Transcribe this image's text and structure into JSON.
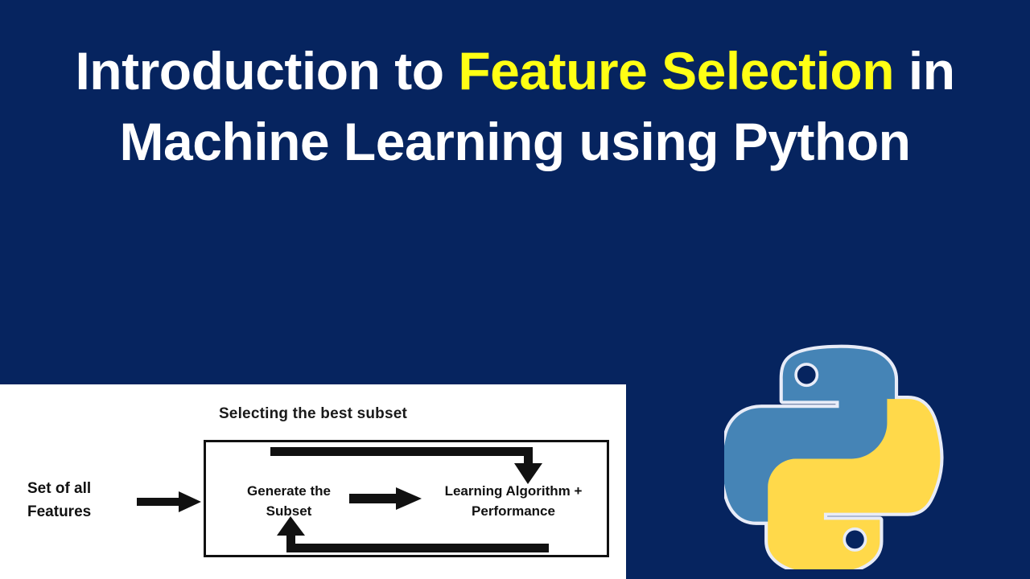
{
  "slide": {
    "background_color": "#06245f",
    "title": {
      "line1_part1": "Introduction to ",
      "line1_highlight": "Feature Selection",
      "line1_part2": " in",
      "line2": "Machine Learning using Python",
      "text_color": "#ffffff",
      "highlight_color": "#ffff14"
    },
    "diagram": {
      "panel_background": "#ffffff",
      "heading": "Selecting the best subset",
      "input_label": "Set of all\nFeatures",
      "input_label_line1": "Set of all",
      "input_label_line2": "Features",
      "box": {
        "left_node_line1": "Generate the",
        "left_node_line2": "Subset",
        "right_node_line1": "Learning Algorithm +",
        "right_node_line2": "Performance"
      },
      "arrows": {
        "input_to_box": "arrow-right",
        "generate_to_learning": "arrow-right",
        "feedback_top": "loop-arrow-down",
        "feedback_bottom": "loop-arrow-up"
      },
      "stroke_color": "#111111"
    },
    "logo": {
      "name": "python-logo",
      "blue": "#4584b6",
      "yellow": "#ffd94a",
      "outline": "#e8ecf8"
    }
  }
}
